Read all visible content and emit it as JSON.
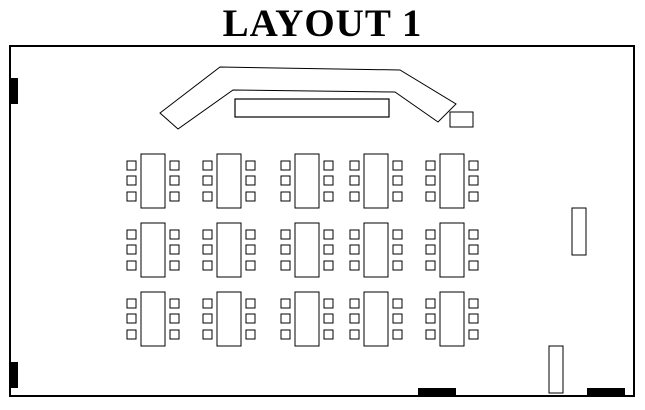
{
  "title": "LAYOUT 1",
  "colors": {
    "ink": "#000000",
    "background": "#ffffff"
  },
  "layout": {
    "table_rows": 3,
    "tables_per_row": 5,
    "chairs_per_table": 6
  }
}
